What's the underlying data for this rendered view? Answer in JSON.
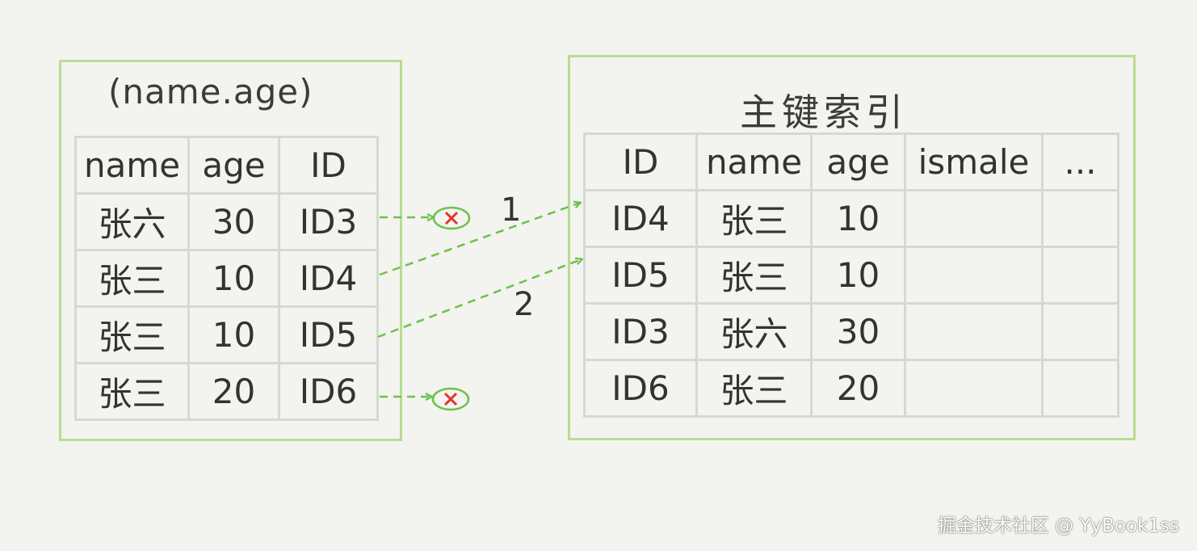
{
  "left_index": {
    "title": "(name.age)",
    "columns": [
      "name",
      "age",
      "ID"
    ],
    "rows": [
      [
        "张六",
        "30",
        "ID3"
      ],
      [
        "张三",
        "10",
        "ID4"
      ],
      [
        "张三",
        "10",
        "ID5"
      ],
      [
        "张三",
        "20",
        "ID6"
      ]
    ]
  },
  "primary_index": {
    "title": "主键索引",
    "columns": [
      "ID",
      "name",
      "age",
      "ismale",
      "..."
    ],
    "rows": [
      [
        "ID4",
        "张三",
        "10",
        "",
        ""
      ],
      [
        "ID5",
        "张三",
        "10",
        "",
        ""
      ],
      [
        "ID3",
        "张六",
        "30",
        "",
        ""
      ],
      [
        "ID6",
        "张三",
        "20",
        "",
        ""
      ]
    ]
  },
  "connectors": {
    "label_1": "1",
    "label_2": "2",
    "rejected_icon": "rejected-x-icon",
    "line_color": "#6cc24a",
    "reject_color": "#e5332a"
  },
  "watermark": "掘金技术社区 @ YyBook1ss",
  "colors": {
    "background": "#f3f3ef",
    "panel_border": "#b8dc95",
    "cell_border": "#d7d7d4"
  }
}
